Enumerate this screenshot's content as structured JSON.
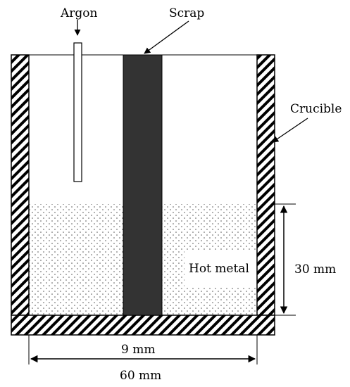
{
  "labels": {
    "argon": "Argon",
    "scrap": "Scrap",
    "crucible": "Crucible",
    "hot_metal": "Hot metal",
    "height_dim": "30 mm",
    "scrap_width_dim": "9 mm",
    "crucible_width_dim": "60 mm"
  },
  "colors": {
    "scrap": "#333333",
    "wall_hatch": "#000000",
    "metal_dots": "#555555",
    "background": "#ffffff"
  }
}
